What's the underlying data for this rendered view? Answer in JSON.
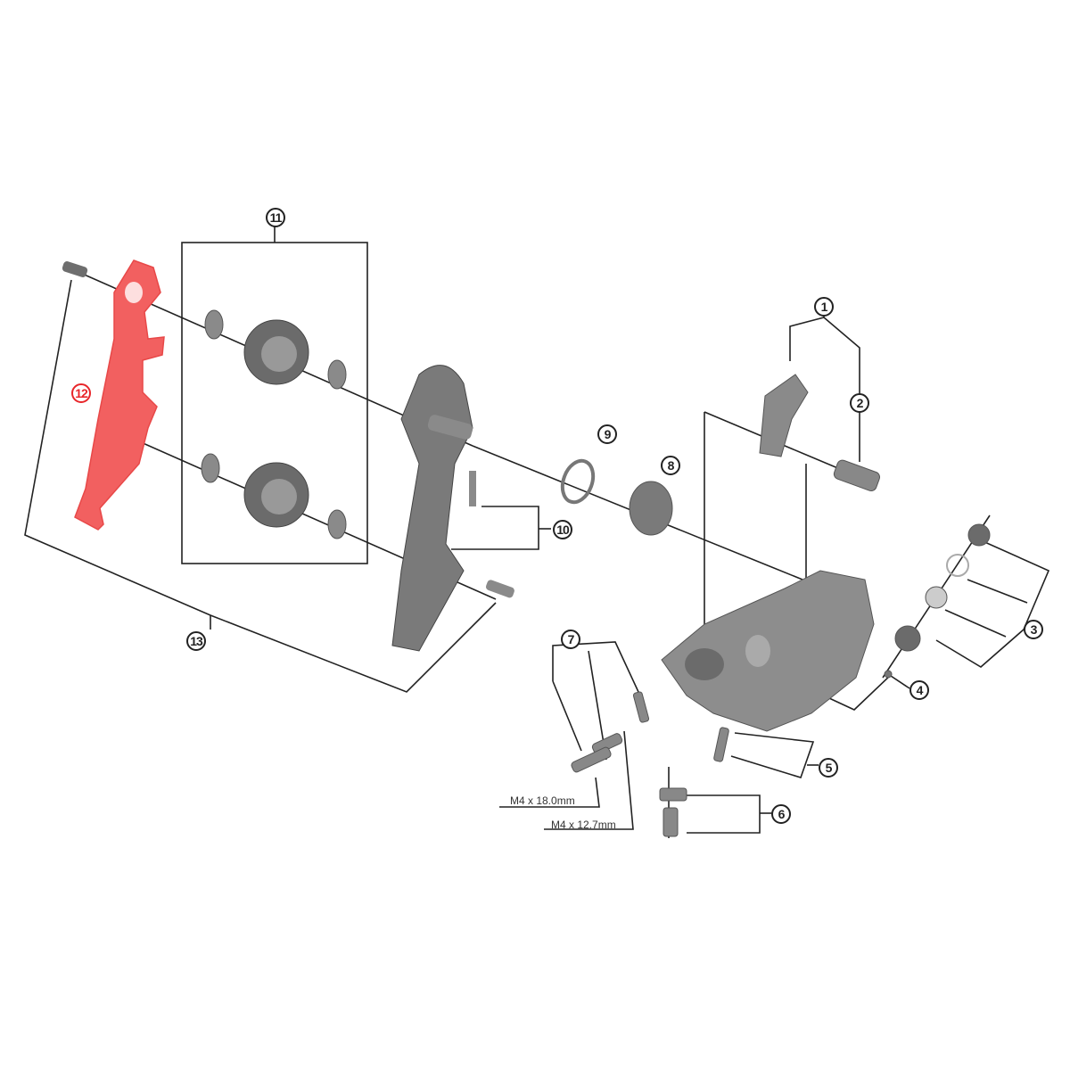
{
  "diagram": {
    "type": "exploded-parts-diagram",
    "subject": "rear derailleur",
    "highlight_color": "#f05050",
    "part_color": "#7a7a7a",
    "line_color": "#222222",
    "highlighted_part": "12",
    "callouts": [
      {
        "id": "1",
        "label": "1"
      },
      {
        "id": "2",
        "label": "2"
      },
      {
        "id": "3",
        "label": "3"
      },
      {
        "id": "4",
        "label": "4"
      },
      {
        "id": "5",
        "label": "5"
      },
      {
        "id": "6",
        "label": "6"
      },
      {
        "id": "7",
        "label": "7"
      },
      {
        "id": "8",
        "label": "8"
      },
      {
        "id": "9",
        "label": "9"
      },
      {
        "id": "10",
        "label": "10"
      },
      {
        "id": "11",
        "label": "11"
      },
      {
        "id": "12",
        "label": "12"
      },
      {
        "id": "13",
        "label": "13"
      }
    ],
    "specs": [
      {
        "label": "M4 x 18.0mm"
      },
      {
        "label": "M4 x 12.7mm"
      }
    ]
  }
}
